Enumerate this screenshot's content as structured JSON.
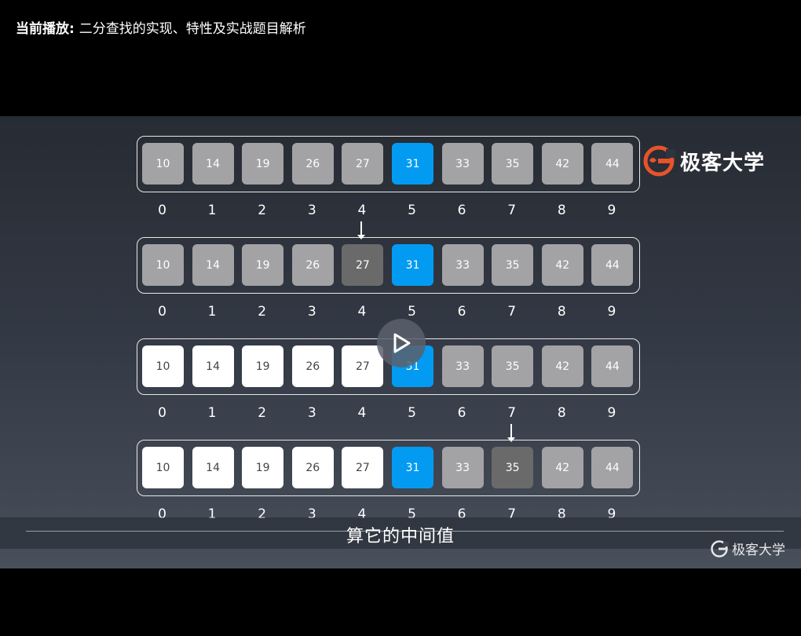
{
  "header": {
    "prefix": "当前播放:",
    "title": "二分查找的实现、特性及实战题目解析"
  },
  "colors": {
    "gray": "#a3a2a4",
    "blue": "#039bf2",
    "dark": "#6a6a6a",
    "white": "#ffffff",
    "logo_orange": "#e8532b"
  },
  "rows": [
    {
      "cells": [
        {
          "value": "10",
          "state": "gray"
        },
        {
          "value": "14",
          "state": "gray"
        },
        {
          "value": "19",
          "state": "gray"
        },
        {
          "value": "26",
          "state": "gray"
        },
        {
          "value": "27",
          "state": "gray"
        },
        {
          "value": "31",
          "state": "blue"
        },
        {
          "value": "33",
          "state": "gray"
        },
        {
          "value": "35",
          "state": "gray"
        },
        {
          "value": "42",
          "state": "gray"
        },
        {
          "value": "44",
          "state": "gray"
        }
      ],
      "indices": [
        "0",
        "1",
        "2",
        "3",
        "4",
        "5",
        "6",
        "7",
        "8",
        "9"
      ],
      "pointer_index": null
    },
    {
      "cells": [
        {
          "value": "10",
          "state": "gray"
        },
        {
          "value": "14",
          "state": "gray"
        },
        {
          "value": "19",
          "state": "gray"
        },
        {
          "value": "26",
          "state": "gray"
        },
        {
          "value": "27",
          "state": "dark"
        },
        {
          "value": "31",
          "state": "blue"
        },
        {
          "value": "33",
          "state": "gray"
        },
        {
          "value": "35",
          "state": "gray"
        },
        {
          "value": "42",
          "state": "gray"
        },
        {
          "value": "44",
          "state": "gray"
        }
      ],
      "indices": [
        "0",
        "1",
        "2",
        "3",
        "4",
        "5",
        "6",
        "7",
        "8",
        "9"
      ],
      "pointer_index": 4
    },
    {
      "cells": [
        {
          "value": "10",
          "state": "white"
        },
        {
          "value": "14",
          "state": "white"
        },
        {
          "value": "19",
          "state": "white"
        },
        {
          "value": "26",
          "state": "white"
        },
        {
          "value": "27",
          "state": "white"
        },
        {
          "value": "31",
          "state": "blue"
        },
        {
          "value": "33",
          "state": "gray"
        },
        {
          "value": "35",
          "state": "gray"
        },
        {
          "value": "42",
          "state": "gray"
        },
        {
          "value": "44",
          "state": "gray"
        }
      ],
      "indices": [
        "0",
        "1",
        "2",
        "3",
        "4",
        "5",
        "6",
        "7",
        "8",
        "9"
      ],
      "pointer_index": null
    },
    {
      "cells": [
        {
          "value": "10",
          "state": "white"
        },
        {
          "value": "14",
          "state": "white"
        },
        {
          "value": "19",
          "state": "white"
        },
        {
          "value": "26",
          "state": "white"
        },
        {
          "value": "27",
          "state": "white"
        },
        {
          "value": "31",
          "state": "blue"
        },
        {
          "value": "33",
          "state": "gray"
        },
        {
          "value": "35",
          "state": "dark"
        },
        {
          "value": "42",
          "state": "gray"
        },
        {
          "value": "44",
          "state": "gray"
        }
      ],
      "indices": [
        "0",
        "1",
        "2",
        "3",
        "4",
        "5",
        "6",
        "7",
        "8",
        "9"
      ],
      "pointer_index": 7
    }
  ],
  "logo": {
    "text": "极客大学",
    "icon": "geekbang-logo-icon"
  },
  "player": {
    "play_icon": "play-icon",
    "subtitle": "算它的中间值"
  }
}
